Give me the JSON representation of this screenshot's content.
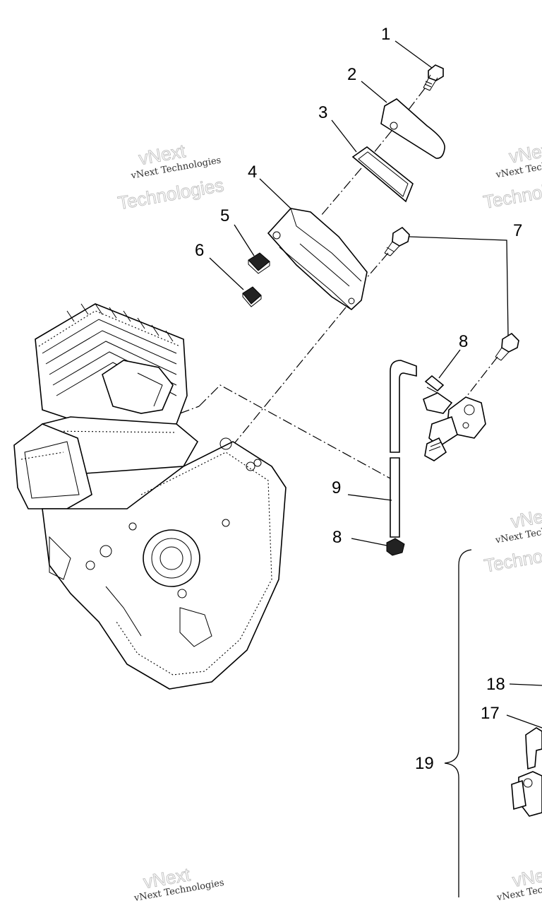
{
  "callouts": [
    {
      "id": "1",
      "label": "1"
    },
    {
      "id": "2",
      "label": "2"
    },
    {
      "id": "3",
      "label": "3"
    },
    {
      "id": "4",
      "label": "4"
    },
    {
      "id": "5",
      "label": "5"
    },
    {
      "id": "6",
      "label": "6"
    },
    {
      "id": "7",
      "label": "7"
    },
    {
      "id": "8a",
      "label": "8"
    },
    {
      "id": "8b",
      "label": "8"
    },
    {
      "id": "9",
      "label": "9"
    },
    {
      "id": "17",
      "label": "17"
    },
    {
      "id": "18",
      "label": "18"
    },
    {
      "id": "19",
      "label": "19"
    }
  ],
  "watermark": {
    "small": "vNext Technologies",
    "big_top": "vNext",
    "big_bottom": "Technologies"
  },
  "colors": {
    "ink": "#000000",
    "watermark": "#bfbfbf",
    "background": "#ffffff"
  }
}
